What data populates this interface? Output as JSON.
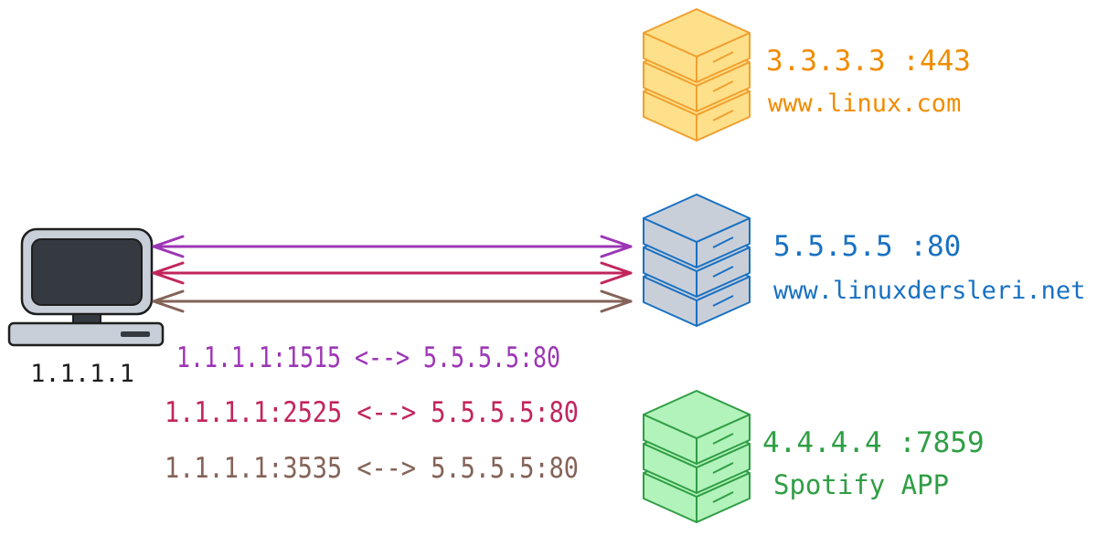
{
  "client": {
    "ip": "1.1.1.1"
  },
  "servers": [
    {
      "id": "linux",
      "ip_port": "3.3.3.3 :443",
      "name": "www.linux.com",
      "color": "#f08c00",
      "fill": "#ffe08a",
      "stroke": "#f0a030"
    },
    {
      "id": "linuxdersleri",
      "ip_port": "5.5.5.5 :80",
      "name": "www.linuxdersleri.net",
      "color": "#1971c2",
      "fill": "#c9cfd9",
      "stroke": "#1971c2"
    },
    {
      "id": "spotify",
      "ip_port": "4.4.4.4 :7859",
      "name": "Spotify APP",
      "color": "#2f9e44",
      "fill": "#b2f2bb",
      "stroke": "#2f9e44"
    }
  ],
  "connections": [
    {
      "text": "1.1.1.1:1515 <--> 5.5.5.5:80",
      "color": "#9c36b5"
    },
    {
      "text": "1.1.1.1:2525 <--> 5.5.5.5:80",
      "color": "#c2255c"
    },
    {
      "text": "1.1.1.1:3535 <--> 5.5.5.5:80",
      "color": "#846358"
    }
  ]
}
